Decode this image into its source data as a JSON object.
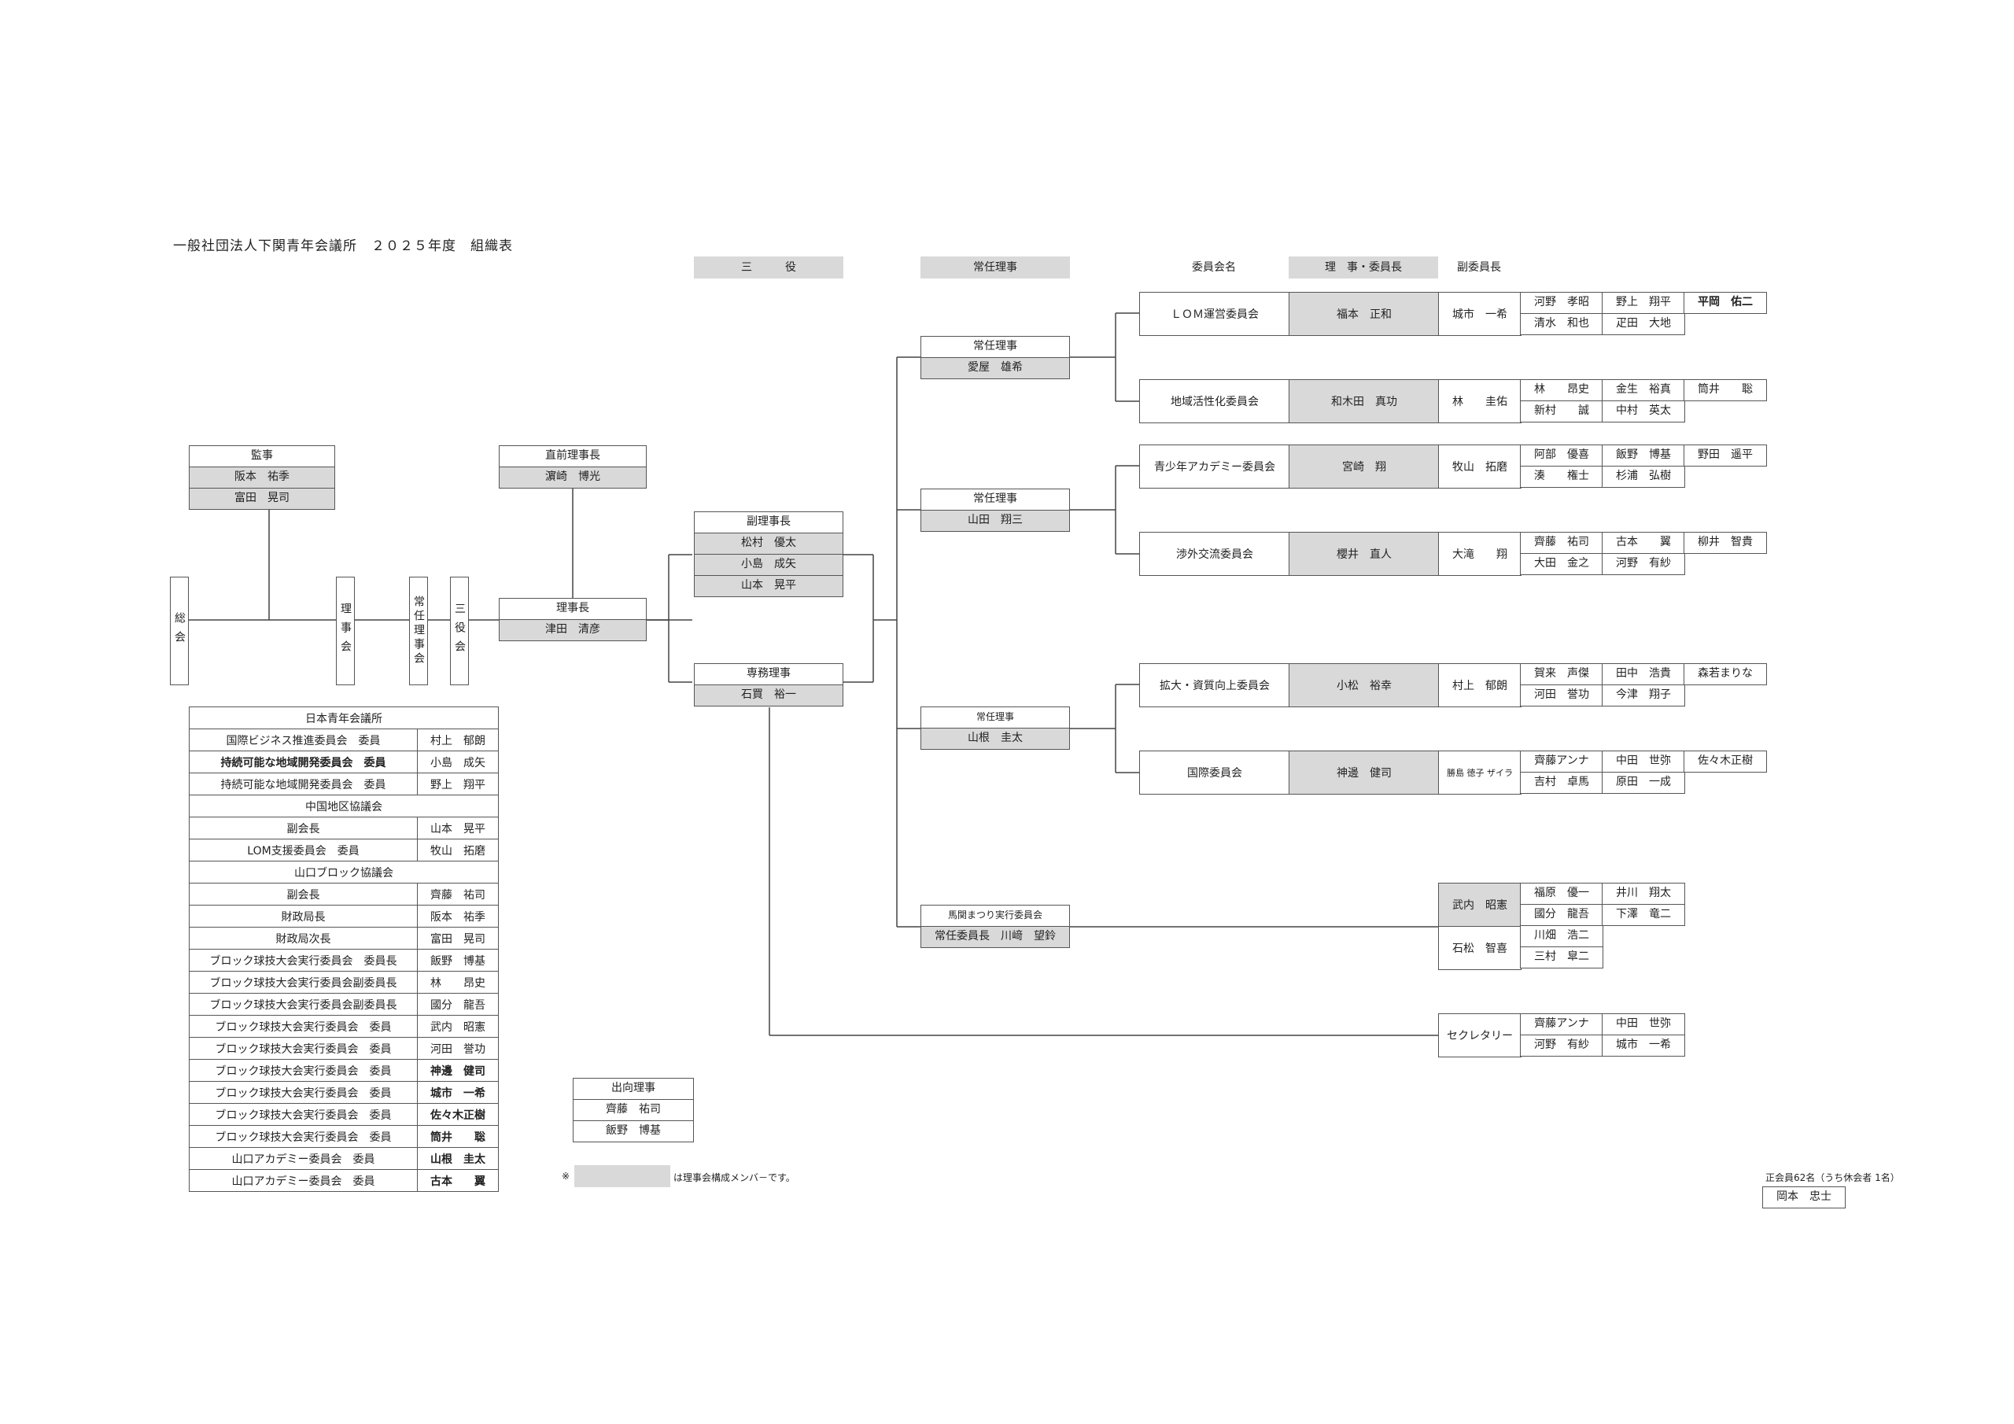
{
  "title": "一般社団法人下関青年会議所　２０２５年度　組織表",
  "headers": {
    "sanyaku": "三　　　役",
    "joninriji": "常任理事",
    "iinkaimei": "委員会名",
    "riji_iincho": "理　事・委員長",
    "fukuiincho": "副委員長"
  },
  "left": {
    "kanji": {
      "title": "監事",
      "members": [
        "阪本　祐季",
        "富田　晃司"
      ]
    },
    "soukai": "総会",
    "rijikai": "理事会",
    "jouninrijikai": "常任理事会",
    "sanyakukai": "三役会",
    "chokuzen": {
      "title": "直前理事長",
      "name": "濵崎　博光"
    },
    "rijicho": {
      "title": "理事長",
      "name": "津田　清彦"
    },
    "fukurijicho": {
      "title": "副理事長",
      "members": [
        "松村　優太",
        "小島　成矢",
        "山本　晃平"
      ]
    },
    "senmu": {
      "title": "専務理事",
      "name": "石買　裕一"
    }
  },
  "jonin": [
    {
      "title": "常任理事",
      "name": "愛屋　雄希"
    },
    {
      "title": "常任理事",
      "name": "山田　翔三"
    },
    {
      "title": "常任理事",
      "name": "山根　圭太"
    },
    {
      "title": "馬関まつり実行委員会",
      "name": "常任委員長　川﨑　望鈴"
    }
  ],
  "committees": [
    {
      "name": "ＬＯＭ運営委員会",
      "chair": "福本　正和",
      "vice": "城市　一希",
      "members": [
        [
          "河野　孝昭",
          "野上　翔平",
          "平岡　佑二"
        ],
        [
          "清水　和也",
          "疋田　大地"
        ]
      ]
    },
    {
      "name": "地域活性化委員会",
      "chair": "和木田　真功",
      "vice": "林　　圭佑",
      "members": [
        [
          "林　　昂史",
          "金生　裕真",
          "筒井　　聡"
        ],
        [
          "新村　　誠",
          "中村　英太"
        ]
      ]
    },
    {
      "name": "青少年アカデミー委員会",
      "chair": "宮崎　翔",
      "vice": "牧山　拓磨",
      "members": [
        [
          "阿部　優喜",
          "飯野　博基",
          "野田　遥平"
        ],
        [
          "湊　　権士",
          "杉浦　弘樹"
        ]
      ]
    },
    {
      "name": "渉外交流委員会",
      "chair": "櫻井　直人",
      "vice": "大滝　　翔",
      "members": [
        [
          "齊藤　祐司",
          "古本　　翼",
          "柳井　智貴"
        ],
        [
          "大田　金之",
          "河野　有紗"
        ]
      ]
    },
    {
      "name": "拡大・資質向上委員会",
      "chair": "小松　裕幸",
      "vice": "村上　郁朗",
      "members": [
        [
          "賀来　声傑",
          "田中　浩貴",
          "森若まりな"
        ],
        [
          "河田　誉功",
          "今津　翔子"
        ]
      ]
    },
    {
      "name": "国際委員会",
      "chair": "神邊　健司",
      "vice": "勝島 徳子 ザイラ",
      "members": [
        [
          "齊藤アンナ",
          "中田　世弥",
          "佐々木正樹"
        ],
        [
          "吉村　卓馬",
          "原田　一成"
        ]
      ]
    }
  ],
  "bakan": {
    "chairs": [
      "武内　昭憲",
      "石松　智喜"
    ],
    "members": [
      [
        "福原　優一",
        "井川　翔太"
      ],
      [
        "國分　龍吾",
        "下澤　竜二"
      ],
      [
        "川畑　浩二"
      ],
      [
        "三村　皐二"
      ]
    ]
  },
  "secretary": {
    "label": "セクレタリー",
    "members": [
      [
        "齊藤アンナ",
        "中田　世弥"
      ],
      [
        "河野　有紗",
        "城市　一希"
      ]
    ]
  },
  "jc_table": [
    {
      "name": "日本青年会議所",
      "header": true
    },
    {
      "name": "国際ビジネス推進委員会　委員",
      "person": "村上　郁朗"
    },
    {
      "name": "持続可能な地域開発委員会　委員",
      "person": "小島　成矢",
      "bold": true
    },
    {
      "name": "持続可能な地域開発委員会　委員",
      "person": "野上　翔平"
    },
    {
      "name": "中国地区協議会",
      "header": true
    },
    {
      "name": "副会長",
      "person": "山本　晃平"
    },
    {
      "name": "LOM支援委員会　委員",
      "person": "牧山　拓磨"
    },
    {
      "name": "山口ブロック協議会",
      "header": true
    },
    {
      "name": "副会長",
      "person": "齊藤　祐司"
    },
    {
      "name": "財政局長",
      "person": "阪本　祐季"
    },
    {
      "name": "財政局次長",
      "person": "富田　晃司"
    },
    {
      "name": "ブロック球技大会実行委員会　委員長",
      "person": "飯野　博基"
    },
    {
      "name": "ブロック球技大会実行委員会副委員長",
      "person": "林　　昂史"
    },
    {
      "name": "ブロック球技大会実行委員会副委員長",
      "person": "國分　龍吾"
    },
    {
      "name": "ブロック球技大会実行委員会　委員",
      "person": "武内　昭憲"
    },
    {
      "name": "ブロック球技大会実行委員会　委員",
      "person": "河田　誉功"
    },
    {
      "name": "ブロック球技大会実行委員会　委員",
      "person": "神邊　健司",
      "bold": true
    },
    {
      "name": "ブロック球技大会実行委員会　委員",
      "person": "城市　一希",
      "bold": true
    },
    {
      "name": "ブロック球技大会実行委員会　委員",
      "person": "佐々木正樹",
      "bold": true
    },
    {
      "name": "ブロック球技大会実行委員会　委員",
      "person": "筒井　　聡",
      "bold": true
    },
    {
      "name": "山口アカデミー委員会　委員",
      "person": "山根　圭太",
      "bold": true
    },
    {
      "name": "山口アカデミー委員会　委員",
      "person": "古本　　翼",
      "bold": true
    }
  ],
  "shukko": {
    "title": "出向理事",
    "members": [
      "齊藤　祐司",
      "飯野　博基"
    ]
  },
  "legend": {
    "mark": "※",
    "text": "は理事会構成メンバ－です。"
  },
  "footer": {
    "count": "正会員62名（うち休会者 1名）",
    "name": "岡本　忠士"
  },
  "colors": {
    "member_fill": "#d9d9d9",
    "border": "#555555",
    "line": "#444444"
  }
}
